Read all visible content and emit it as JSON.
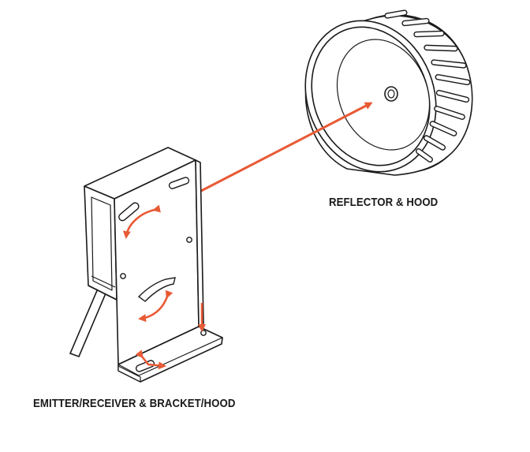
{
  "labels": {
    "reflector": "REFLECTOR & HOOD",
    "emitter": "EMITTER/RECEIVER & BRACKET/HOOD"
  },
  "colors": {
    "line": "#1a1a1a",
    "beam": "#e85a35",
    "background": "#ffffff"
  },
  "icons": {
    "beam": "beam-arrow",
    "rotate": "curved-double-arrow",
    "slide": "double-arrow",
    "mount": "down-arrow"
  }
}
